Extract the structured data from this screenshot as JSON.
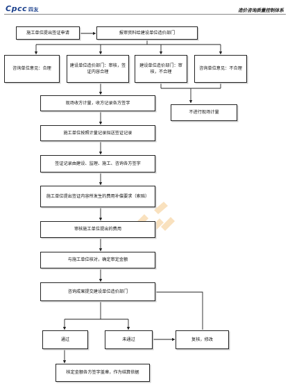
{
  "header": {
    "logo_text": "Cpcc",
    "logo_sub": "四友",
    "title": "造价咨询质量控制体系"
  },
  "nodes": {
    "n_start": "施工单位提出签证申请",
    "n_submit": "报审资料给建设单位造价部门",
    "n_consult_ok": "咨询单位意见：合理",
    "n_owner_audit": "建设单位造价部门：审核，签证内容合理",
    "n_owner_reject": "建设单位造价部门：审核，不合理",
    "n_consult_reject": "咨询单位意见：不合理",
    "n_no_measure": "不进行现场计量",
    "n_site_measure": "现场收方计量，收方记录各方签字",
    "n_prepare": "施工单位按照计量记录拟送签证记录",
    "n_sign": "签证记录由建设、监理、施工、咨询各方签字",
    "n_claim": "施工单位提出签证内容所发生的费用补偿要求（索赔）",
    "n_review": "审核施工单位提出的费用",
    "n_verify": "与施工单位核对，确定审定金额",
    "n_report": "咨询成果提交建设单位造价部门",
    "n_pass": "通过",
    "n_fail": "未通过",
    "n_revise": "复核，修改",
    "n_final": "核定金额各方签字盖章，作为结算依据"
  }
}
